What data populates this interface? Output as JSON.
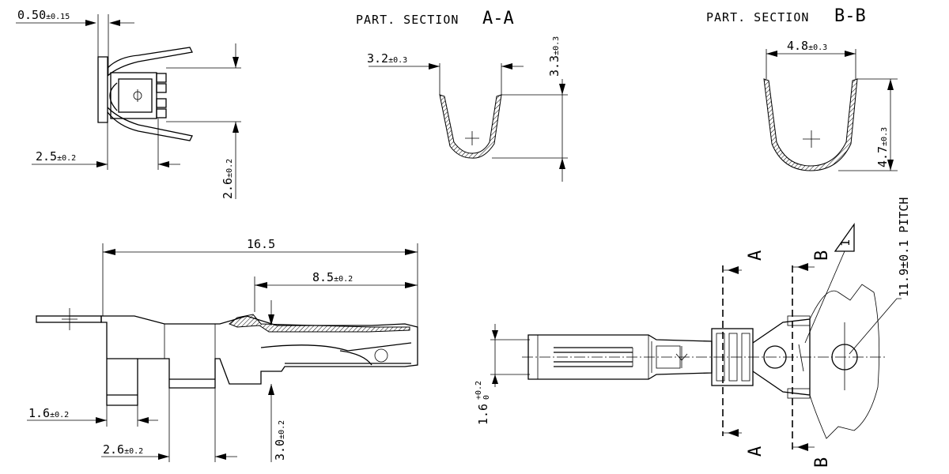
{
  "sections": {
    "a_title": "PART. SECTION",
    "a_letter": "A-A",
    "b_title": "PART. SECTION",
    "b_letter": "B-B"
  },
  "dims": {
    "wire_thk_val": "0.50",
    "wire_thk_tol": "±0.15",
    "width_25_val": "2.5",
    "width_25_tol": "±0.2",
    "height_26_val": "2.6",
    "height_26_tol": "±0.2",
    "a_width_val": "3.2",
    "a_width_tol": "±0.3",
    "a_height_val": "3.3",
    "a_height_tol": "±0.3",
    "b_width_val": "4.8",
    "b_width_tol": "±0.3",
    "b_height_val": "4.7",
    "b_height_tol": "±0.3",
    "total_len": "16.5",
    "contact_len_val": "8.5",
    "contact_len_tol": "±0.2",
    "tab_16_val": "1.6",
    "tab_16_tol": "±0.2",
    "tab_26_val": "2.6",
    "tab_26_tol": "±0.2",
    "height_30_val": "3.0",
    "height_30_tol": "±0.2",
    "plan_16_val": "1.6",
    "plan_16_tol_up": "+0.2",
    "plan_16_tol_dn": "0",
    "pitch": "11.9±0.1 PITCH"
  },
  "markers": {
    "section_a": "A",
    "section_b": "B",
    "revision": "1"
  }
}
